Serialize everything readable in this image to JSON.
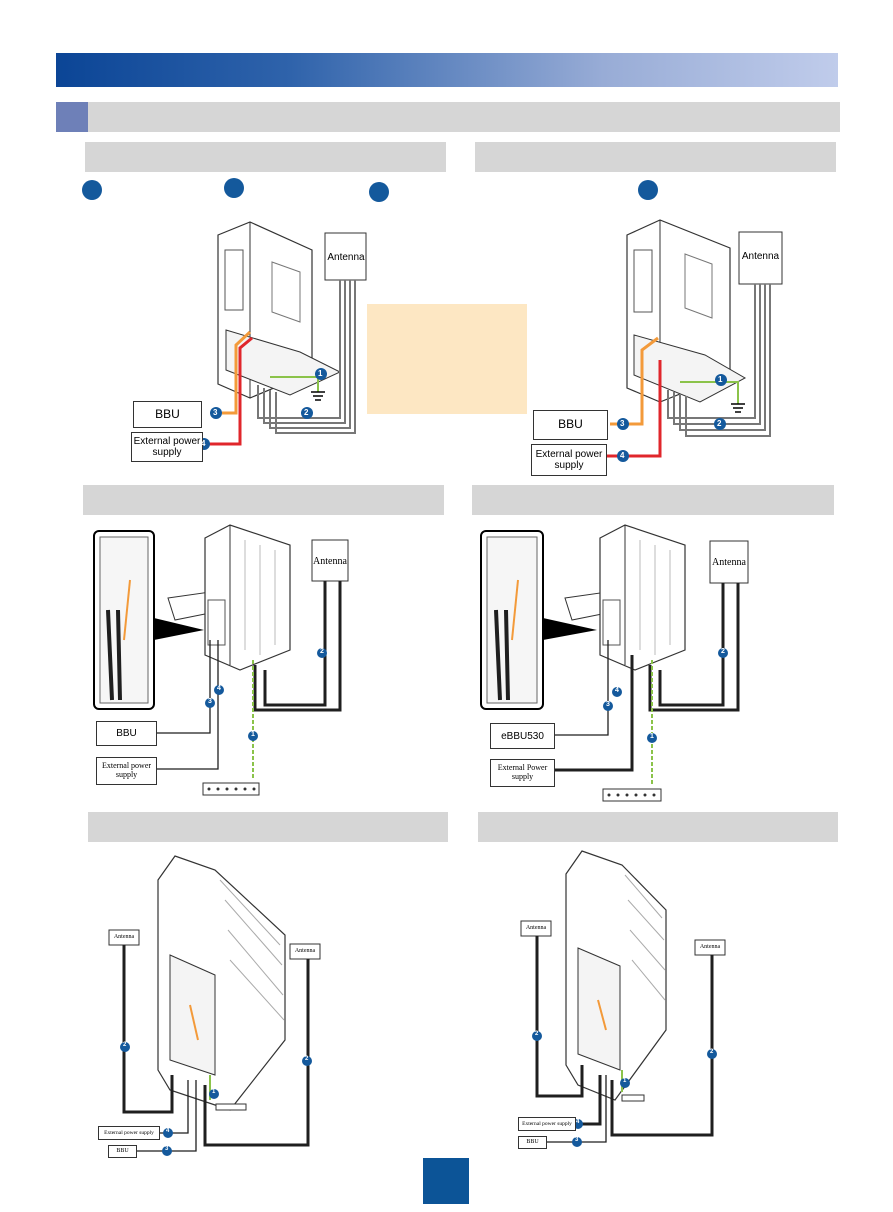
{
  "colors": {
    "title_bar_start": "#0b4596",
    "title_bar_end": "#c0cceb",
    "section_square": "#6e80b8",
    "panel_bar": "#d6d6d6",
    "callout": "#14599c",
    "note_box": "#fde7c3",
    "page_number_block": "#0c5497",
    "cable_power": "#e0262b",
    "cable_bbu": "#f39a3a",
    "cable_ground": "#8bc34a"
  },
  "diagrams": {
    "top_left": {
      "antenna": "Antenna",
      "bbu": "BBU",
      "power": "External power supply",
      "callouts": [
        "1",
        "2",
        "3",
        "4"
      ]
    },
    "top_right": {
      "antenna": "Antenna",
      "bbu": "BBU",
      "power": "External power supply",
      "callouts": [
        "1",
        "2",
        "3",
        "4"
      ]
    },
    "middle_left": {
      "antenna": "Antenna",
      "bbu": "BBU",
      "power": "External power supply",
      "callouts": [
        "1",
        "2",
        "3",
        "4"
      ]
    },
    "middle_right": {
      "antenna": "Antenna",
      "bbu": "eBBU530",
      "power": "External Power supply",
      "callouts": [
        "1",
        "2",
        "3",
        "4"
      ]
    },
    "bottom_left": {
      "antenna_left": "Antenna",
      "antenna_right": "Antenna",
      "power": "External power supply",
      "bbu": "BBU",
      "callouts": [
        "1",
        "2",
        "2",
        "3",
        "4"
      ]
    },
    "bottom_right": {
      "antenna_left": "Antenna",
      "antenna_right": "Antenna",
      "power": "External power supply",
      "bbu": "BBU",
      "callouts": [
        "1",
        "2",
        "2",
        "3",
        "4"
      ]
    }
  }
}
